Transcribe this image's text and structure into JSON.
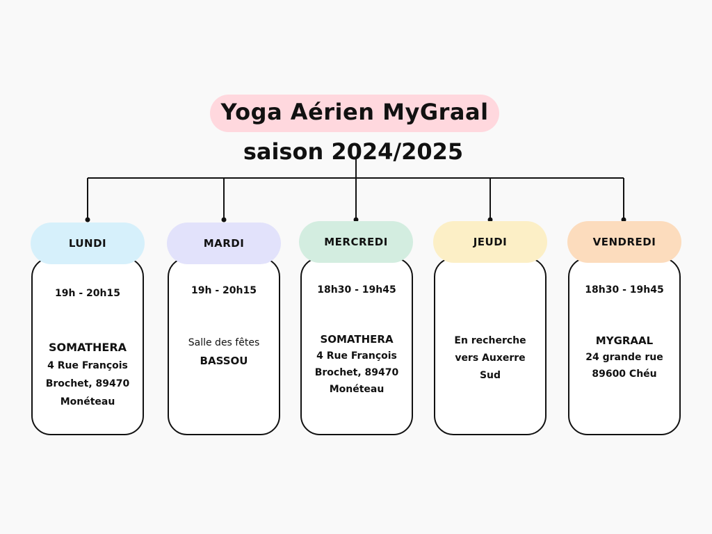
{
  "title": {
    "line1": "Yoga Aérien MyGraal",
    "line2": "saison 2024/2025"
  },
  "colors": {
    "title_pill": "#ffd8de",
    "lundi": "#d6f0fb",
    "mardi": "#e2e2fb",
    "mercredi": "#d3ede0",
    "jeudi": "#fcefc6",
    "vendredi": "#fcdcbd"
  },
  "days": [
    {
      "name": "LUNDI",
      "hours": "19h - 20h15",
      "place": [
        "SOMATHERA",
        "4 Rue François",
        "Brochet, 89470",
        "Monéteau"
      ]
    },
    {
      "name": "MARDI",
      "hours": "19h - 20h15",
      "place": [
        "Salle des fêtes",
        "BASSOU"
      ]
    },
    {
      "name": "MERCREDI",
      "hours": "18h30 - 19h45",
      "place": [
        "SOMATHERA",
        "4 Rue François",
        "Brochet, 89470",
        "Monéteau"
      ]
    },
    {
      "name": "JEUDI",
      "hours": "",
      "place": [
        "En recherche",
        "vers Auxerre",
        "Sud"
      ]
    },
    {
      "name": "VENDREDI",
      "hours": "18h30 - 19h45",
      "place": [
        "MYGRAAL",
        "24 grande rue",
        "89600 Chéu"
      ]
    }
  ]
}
